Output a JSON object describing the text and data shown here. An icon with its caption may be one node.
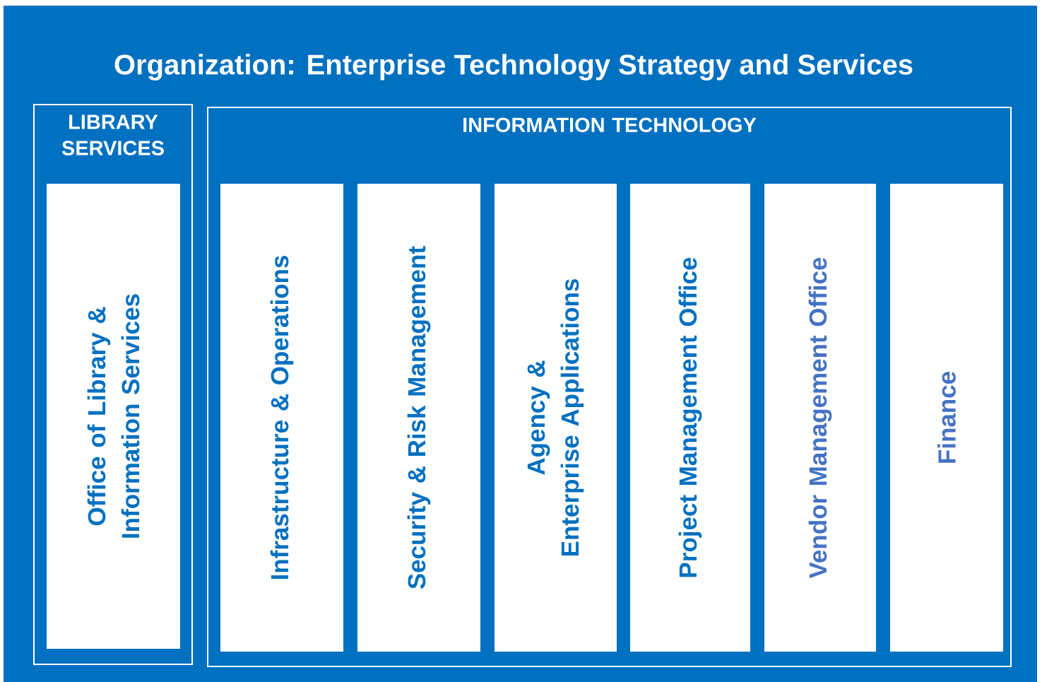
{
  "diagram": {
    "title": "Organization: Enterprise Technology Strategy and Services",
    "nodes": [
      {
        "text": [
          "LIBRARY SERVICES"
        ]
      },
      {
        "text": [
          "Office of Library & Information Services"
        ],
        "in": 0
      },
      {
        "text": [
          "INFORMATION TECHNOLOGY"
        ]
      },
      {
        "text": [
          "Infrastructure & Operations"
        ],
        "in": 2
      },
      {
        "text": [
          "Security & Risk Management"
        ],
        "in": 2
      },
      {
        "text": [
          "Agency & Enterprise Applications"
        ],
        "in": 2
      },
      {
        "text": [
          "Project Management Office"
        ],
        "in": 2
      },
      {
        "text": [
          "Vendor Management Office"
        ],
        "in": 2
      },
      {
        "text": [
          "Finance"
        ],
        "in": 2
      }
    ]
  }
}
